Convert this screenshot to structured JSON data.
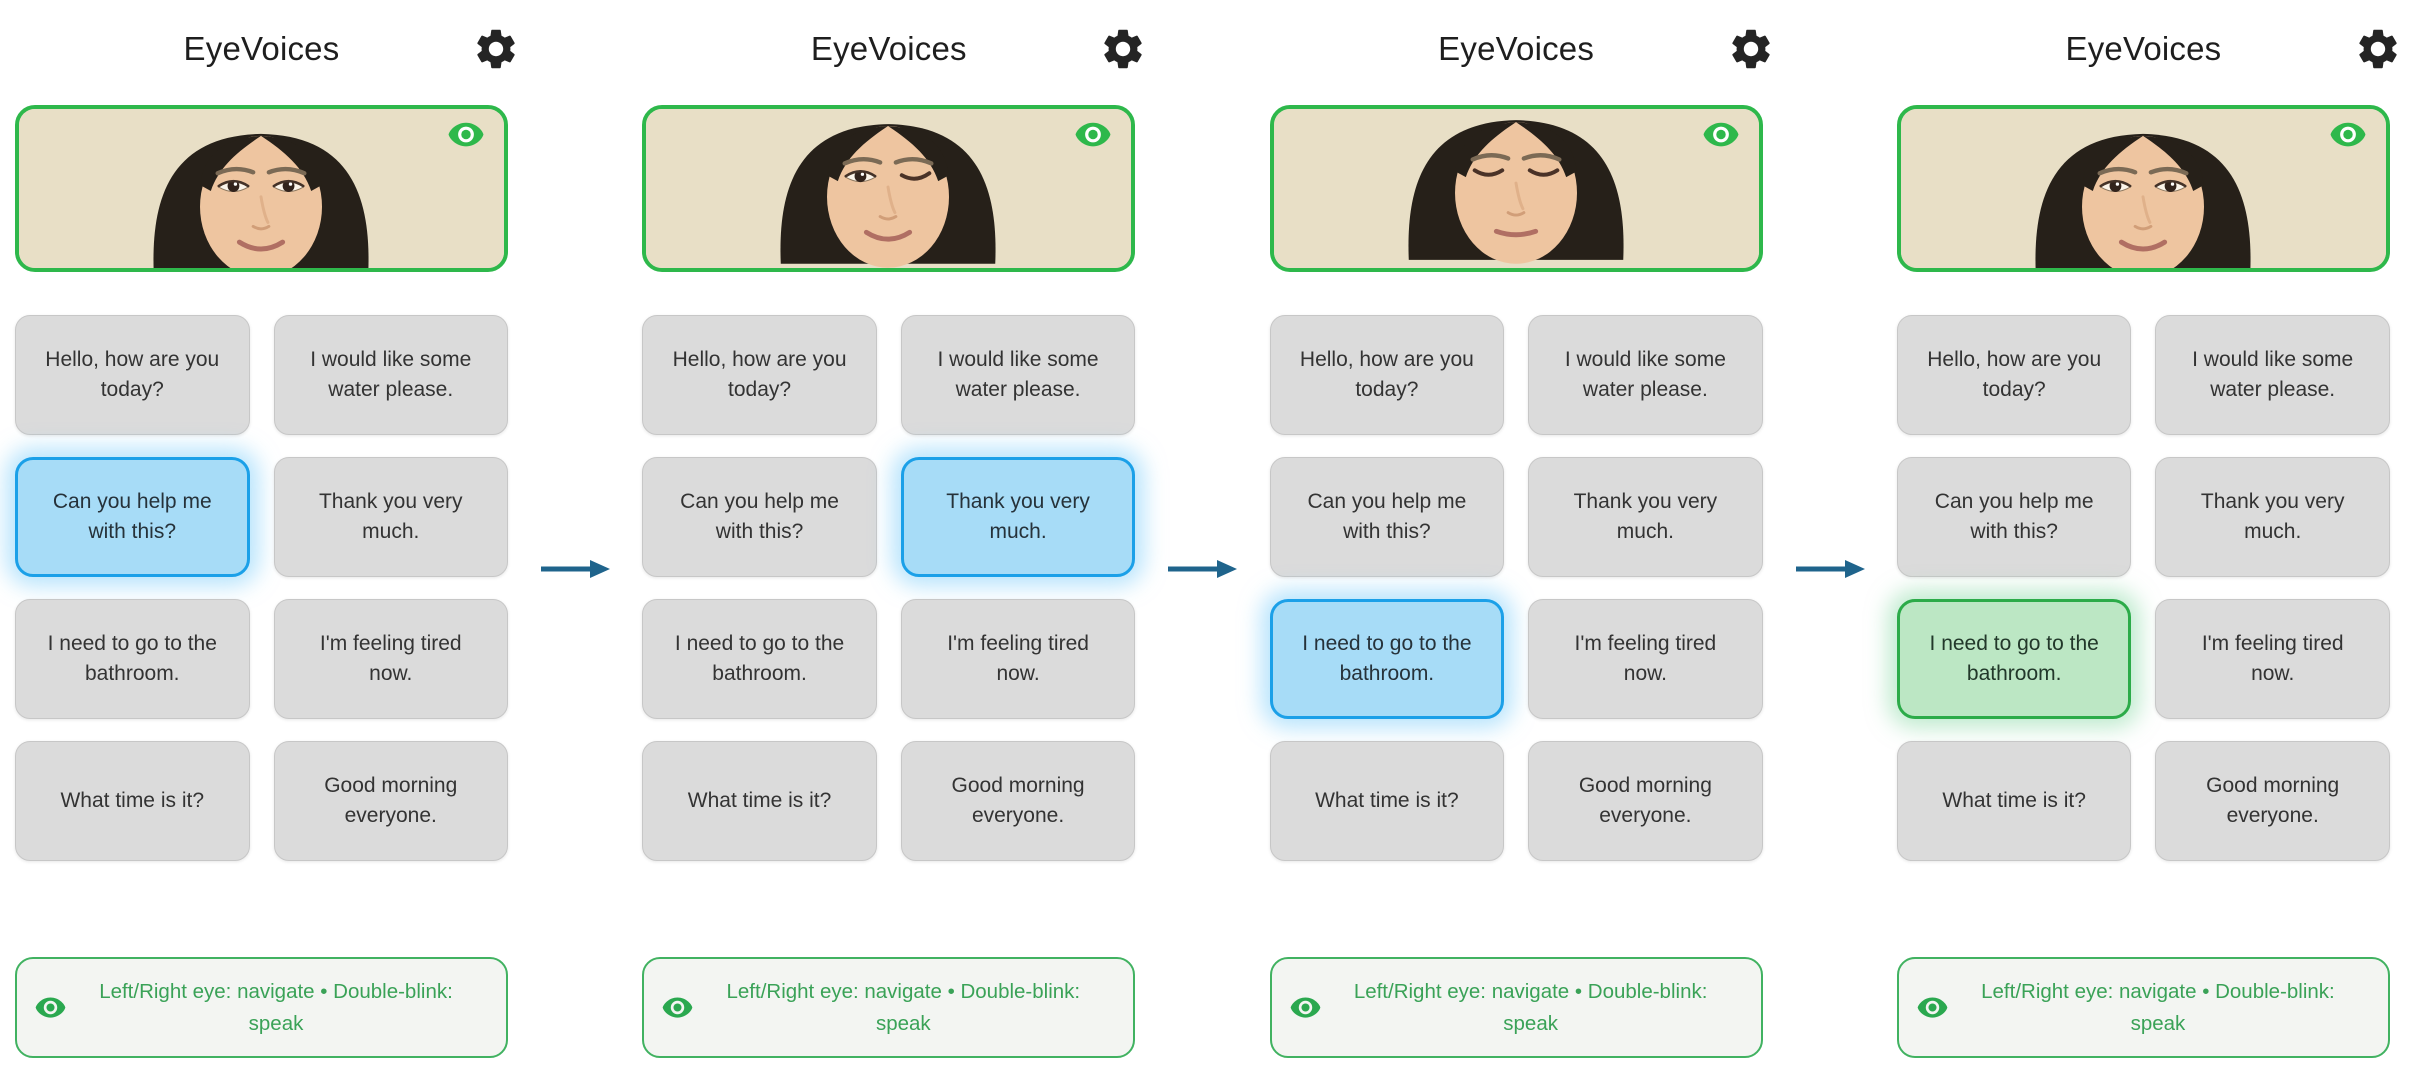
{
  "app": {
    "title": "EyeVoices"
  },
  "phrases": [
    "Hello, how are you today?",
    "I would like some water please.",
    "Can you help me with this?",
    "Thank you very much.",
    "I need to go to the bathroom.",
    "I'm feeling tired now.",
    "What time is it?",
    "Good morning everyone."
  ],
  "hint": {
    "text": "Left/Right eye: navigate • Double-blink: speak"
  },
  "panels": [
    {
      "name": "step-1",
      "eye_state": "open",
      "selected_phrase": "Can you help me with this?",
      "selected_index": 2,
      "selected_style": "blue"
    },
    {
      "name": "step-2",
      "eye_state": "wink",
      "selected_phrase": "Thank you very much.",
      "selected_index": 3,
      "selected_style": "blue"
    },
    {
      "name": "step-3",
      "eye_state": "closed",
      "selected_phrase": "I need to go to the bathroom.",
      "selected_index": 4,
      "selected_style": "blue"
    },
    {
      "name": "step-4",
      "eye_state": "open",
      "selected_phrase": "I need to go to the bathroom.",
      "selected_index": 4,
      "selected_style": "green"
    }
  ],
  "arrow": {
    "direction": "right"
  },
  "icons": {
    "settings": "gear-icon",
    "camera_status": "eye-icon",
    "hint": "eye-icon"
  },
  "colors": {
    "accent_green": "#2eb84b",
    "selected_blue_fill": "#a7dcf7",
    "selected_blue_border": "#1ba0e8",
    "selected_green_fill": "#bce7c4",
    "selected_green_border": "#2cab49",
    "button_grey": "#dbdbdb",
    "hint_green": "#3aa257",
    "hint_border_green": "#41b261",
    "arrow_blue": "#1f648c",
    "camera_bg_beige": "#e8dfc6"
  }
}
